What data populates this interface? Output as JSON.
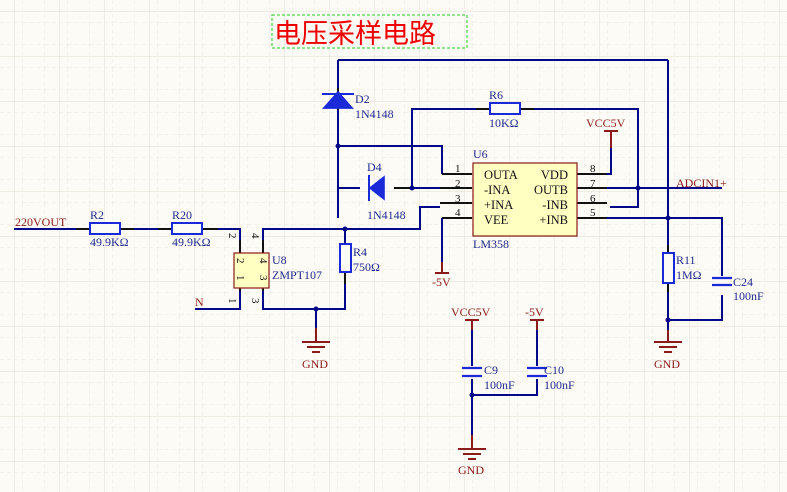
{
  "title": "电压采样电路",
  "colors": {
    "background": "#fdfbf5",
    "wire": "#00088a",
    "component": "#1a2ad8",
    "power_port": "#8b1a1a",
    "title_text": "#ee0000",
    "title_border": "#22cc22",
    "ic_fill": "#ffffc2"
  },
  "nets": {
    "input": "220VOUT",
    "neutral": "N",
    "output": "ADCIN1+",
    "vcc": "VCC5V",
    "vee": "-5V",
    "gnd": "GND"
  },
  "components": {
    "r2": {
      "ref": "R2",
      "value": "49.9KΩ"
    },
    "r20": {
      "ref": "R20",
      "value": "49.9KΩ"
    },
    "r4": {
      "ref": "R4",
      "value": "750Ω"
    },
    "r6": {
      "ref": "R6",
      "value": "10KΩ"
    },
    "r11": {
      "ref": "R11",
      "value": "1MΩ"
    },
    "d2": {
      "ref": "D2",
      "value": "1N4148"
    },
    "d4": {
      "ref": "D4",
      "value": "1N4148"
    },
    "c9": {
      "ref": "C9",
      "value": "100nF"
    },
    "c10": {
      "ref": "C10",
      "value": "100nF"
    },
    "c24": {
      "ref": "C24",
      "value": "100nF"
    },
    "u8": {
      "ref": "U8",
      "value": "ZMPT107",
      "pins_outer": [
        "2",
        "4",
        "1",
        "3"
      ],
      "pins_inner": [
        "2",
        "4",
        "1",
        "3"
      ]
    },
    "u6": {
      "ref": "U6",
      "value": "LM358",
      "left_pins": [
        {
          "num": "1",
          "name": "OUTA"
        },
        {
          "num": "2",
          "name": "-INA"
        },
        {
          "num": "3",
          "name": "+INA"
        },
        {
          "num": "4",
          "name": "VEE"
        }
      ],
      "right_pins": [
        {
          "num": "8",
          "name": "VDD"
        },
        {
          "num": "7",
          "name": "OUTB"
        },
        {
          "num": "6",
          "name": "-INB"
        },
        {
          "num": "5",
          "name": "+INB"
        }
      ]
    }
  }
}
